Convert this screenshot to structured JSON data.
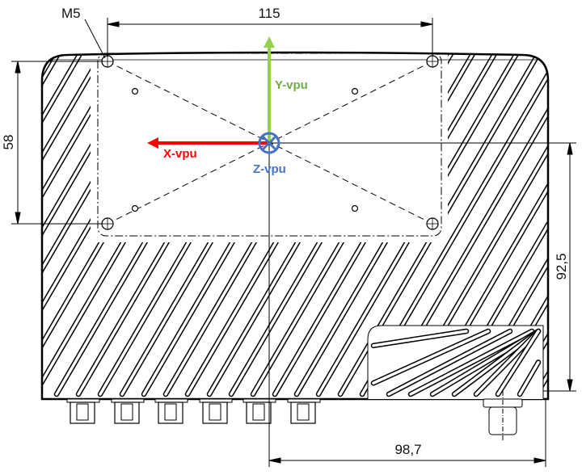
{
  "dimensions": {
    "width_holes": "115",
    "height_holes": "58",
    "vertical_offset": "92,5",
    "horizontal_offset": "98,7",
    "thread": "M5"
  },
  "axes": {
    "x_label": "X-vpu",
    "y_label": "Y-vpu",
    "z_label": "Z-vpu",
    "x_color": "#ff0000",
    "y_color": "#92d050",
    "z_color": "#4472c4"
  }
}
